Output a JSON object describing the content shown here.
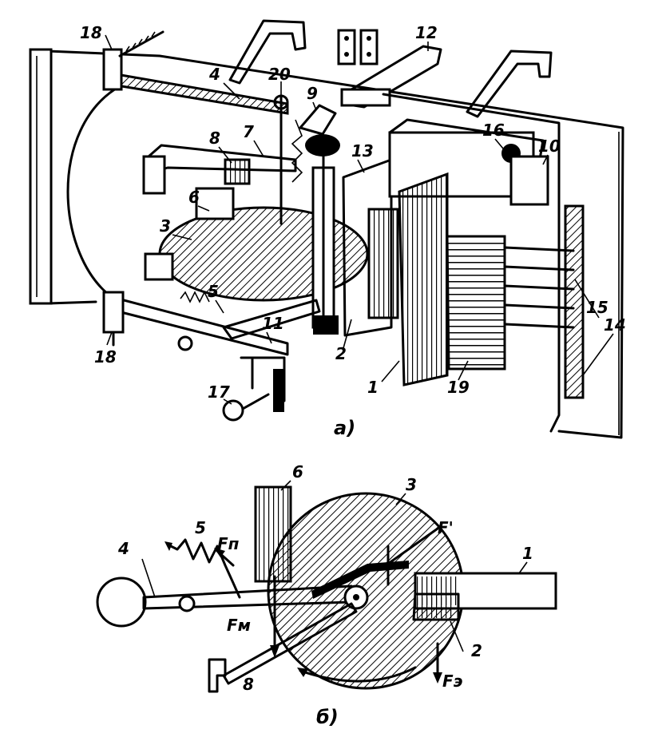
{
  "figure_a": {
    "caption": "а)",
    "labels": [
      "18",
      "4",
      "20",
      "9",
      "12",
      "7",
      "8",
      "6",
      "3",
      "13",
      "16",
      "10",
      "5",
      "11",
      "18",
      "17",
      "2",
      "1",
      "19",
      "15",
      "14"
    ]
  },
  "figure_b": {
    "caption": "б)",
    "labels": [
      "6",
      "3",
      "F'",
      "1",
      "5",
      "Fп",
      "4",
      "Fм",
      "2",
      "8",
      "Fэ"
    ]
  },
  "colors": {
    "ink": "#000000",
    "paper": "#ffffff"
  }
}
